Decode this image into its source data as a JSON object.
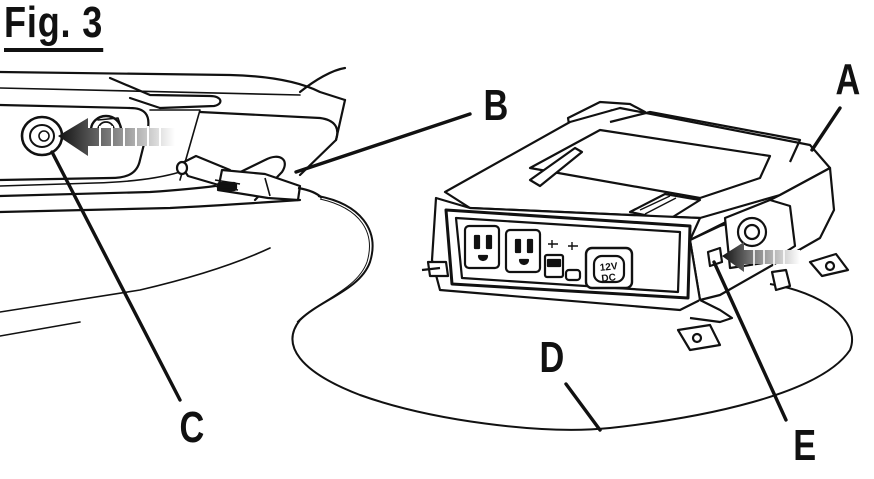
{
  "figure": {
    "title": "Fig. 3"
  },
  "callouts": {
    "a": "A",
    "b": "B",
    "c": "C",
    "d": "D",
    "e": "E"
  },
  "device": {
    "panel_label_12v_top": "12V",
    "panel_label_12v_bottom": "DC"
  },
  "colors": {
    "ink": "#111111",
    "paper": "#ffffff",
    "arrow_fill": "#222222"
  }
}
